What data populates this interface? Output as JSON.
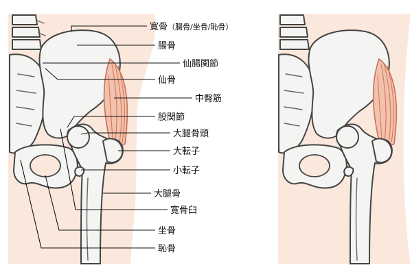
{
  "labels": {
    "coxal_bone": "寛骨",
    "coxal_bone_detail": "（腸骨/坐骨/恥骨）",
    "ilium": "腸骨",
    "sacroiliac_joint": "仙腸関節",
    "sacrum": "仙骨",
    "gluteus_medius": "中臀筋",
    "hip_joint": "股関節",
    "femoral_head": "大腿骨頭",
    "greater_trochanter": "大転子",
    "lesser_trochanter": "小転子",
    "femur": "大腿骨",
    "acetabulum": "寛骨臼",
    "ischium": "坐骨",
    "pubis": "恥骨"
  },
  "colors": {
    "skin": "#fbe8dc",
    "bone_fill": "#f4f4f2",
    "bone_outline": "#444444",
    "muscle_fill": "#f1c2ad",
    "muscle_lines": "#d7775c",
    "text": "#111111"
  }
}
